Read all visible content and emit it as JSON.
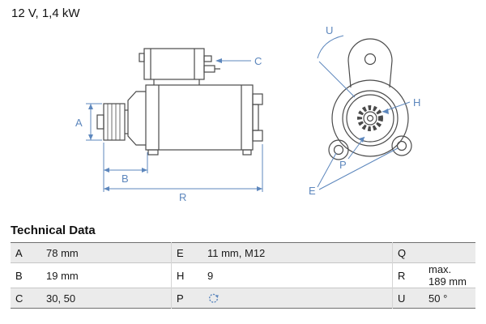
{
  "header": {
    "power_spec": "12 V, 1,4 kW"
  },
  "diagram": {
    "labels": {
      "a": "A",
      "b": "B",
      "c": "C",
      "r": "R",
      "u": "U",
      "h": "H",
      "p": "P",
      "e": "E"
    }
  },
  "technical_data": {
    "title": "Technical Data",
    "rows": [
      {
        "cells": [
          {
            "key": "A",
            "value": "78 mm"
          },
          {
            "key": "E",
            "value": "11 mm, M12"
          },
          {
            "key": "Q",
            "value": ""
          }
        ]
      },
      {
        "cells": [
          {
            "key": "B",
            "value": "19 mm"
          },
          {
            "key": "H",
            "value": "9"
          },
          {
            "key": "R",
            "value": "max. 189 mm"
          }
        ]
      },
      {
        "cells": [
          {
            "key": "C",
            "value": "30, 50"
          },
          {
            "key": "P",
            "value": "",
            "icon": "rotation-clockwise-icon"
          },
          {
            "key": "U",
            "value": "50 °"
          }
        ]
      }
    ]
  },
  "colors": {
    "accent_blue": "#5d87bd",
    "line_gray": "#4a4a4a",
    "row_shade": "#ebebeb"
  }
}
